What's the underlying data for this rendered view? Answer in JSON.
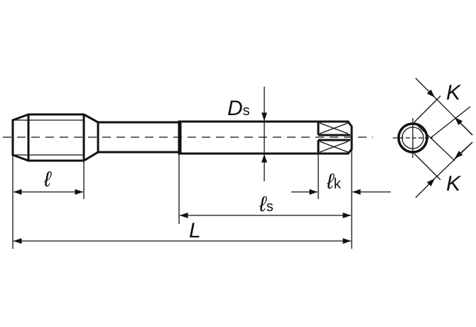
{
  "title": "Tap dimension drawing",
  "labels": {
    "thread_length": "ℓ",
    "shank_diameter_main": "D",
    "shank_diameter_sub": "s",
    "square_length_main": "ℓ",
    "square_length_sub": "k",
    "shank_length_main": "ℓ",
    "shank_length_sub": "s",
    "overall_length": "L",
    "square_size_top": "K",
    "square_size_bottom": "K"
  },
  "colors": {
    "line": "#111111",
    "background": "#ffffff"
  }
}
